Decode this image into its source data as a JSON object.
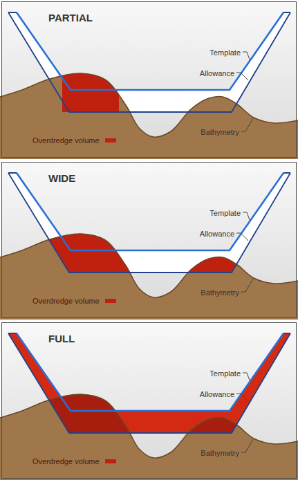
{
  "diagram": {
    "nodes": [
      {
        "text": [
          "PARTIAL"
        ]
      },
      {
        "text": [
          "WIDE"
        ]
      },
      {
        "text": [
          "FULL"
        ]
      }
    ],
    "labels": [
      "Template",
      "Allowance",
      "Bathymetry",
      "Template",
      "Allowance",
      "Bathymetry",
      "Template",
      "Allowance",
      "Bathymetry"
    ],
    "legend": [
      {
        "text": "Overdredge volume",
        "color": "#c0200e"
      },
      {
        "text": "Overdredge volume",
        "color": "#c0200e"
      },
      {
        "text": "Overdredge volume",
        "color": "#c0200e"
      }
    ]
  }
}
